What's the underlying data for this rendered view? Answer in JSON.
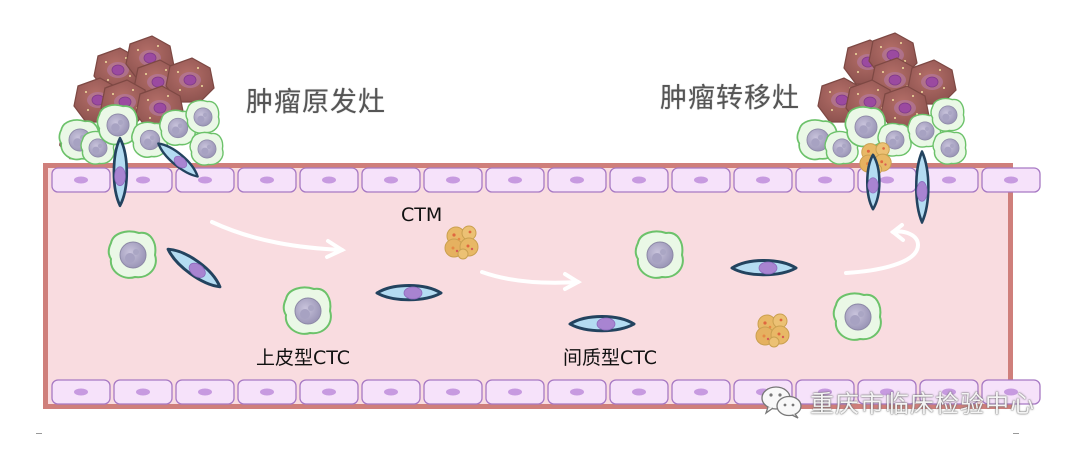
{
  "labels": {
    "primary_tumor": "肿瘤原发灶",
    "metastatic_tumor": "肿瘤转移灶",
    "ctm": "CTM",
    "epithelial_ctc": "上皮型CTC",
    "mesenchymal_ctc": "间质型CTC"
  },
  "watermark": {
    "icon": "wechat-icon",
    "text": "重庆市临床检验中心"
  },
  "colors": {
    "vessel_wall": "#cf7f7b",
    "lumen": "#f9dce0",
    "endothelium": "#f6e2fa",
    "endothelium_border": "#a779c4",
    "tumor_cell": "#a0605a",
    "epithelial_ctc_fill": "#eaf8e6",
    "epithelial_ctc_border": "#6cc26a",
    "mesenchymal_ctc_fill": "#b4dcf2",
    "mesenchymal_ctc_border": "#23435f",
    "ctm_fill": "#e8b866",
    "arrow": "#ffffff"
  }
}
